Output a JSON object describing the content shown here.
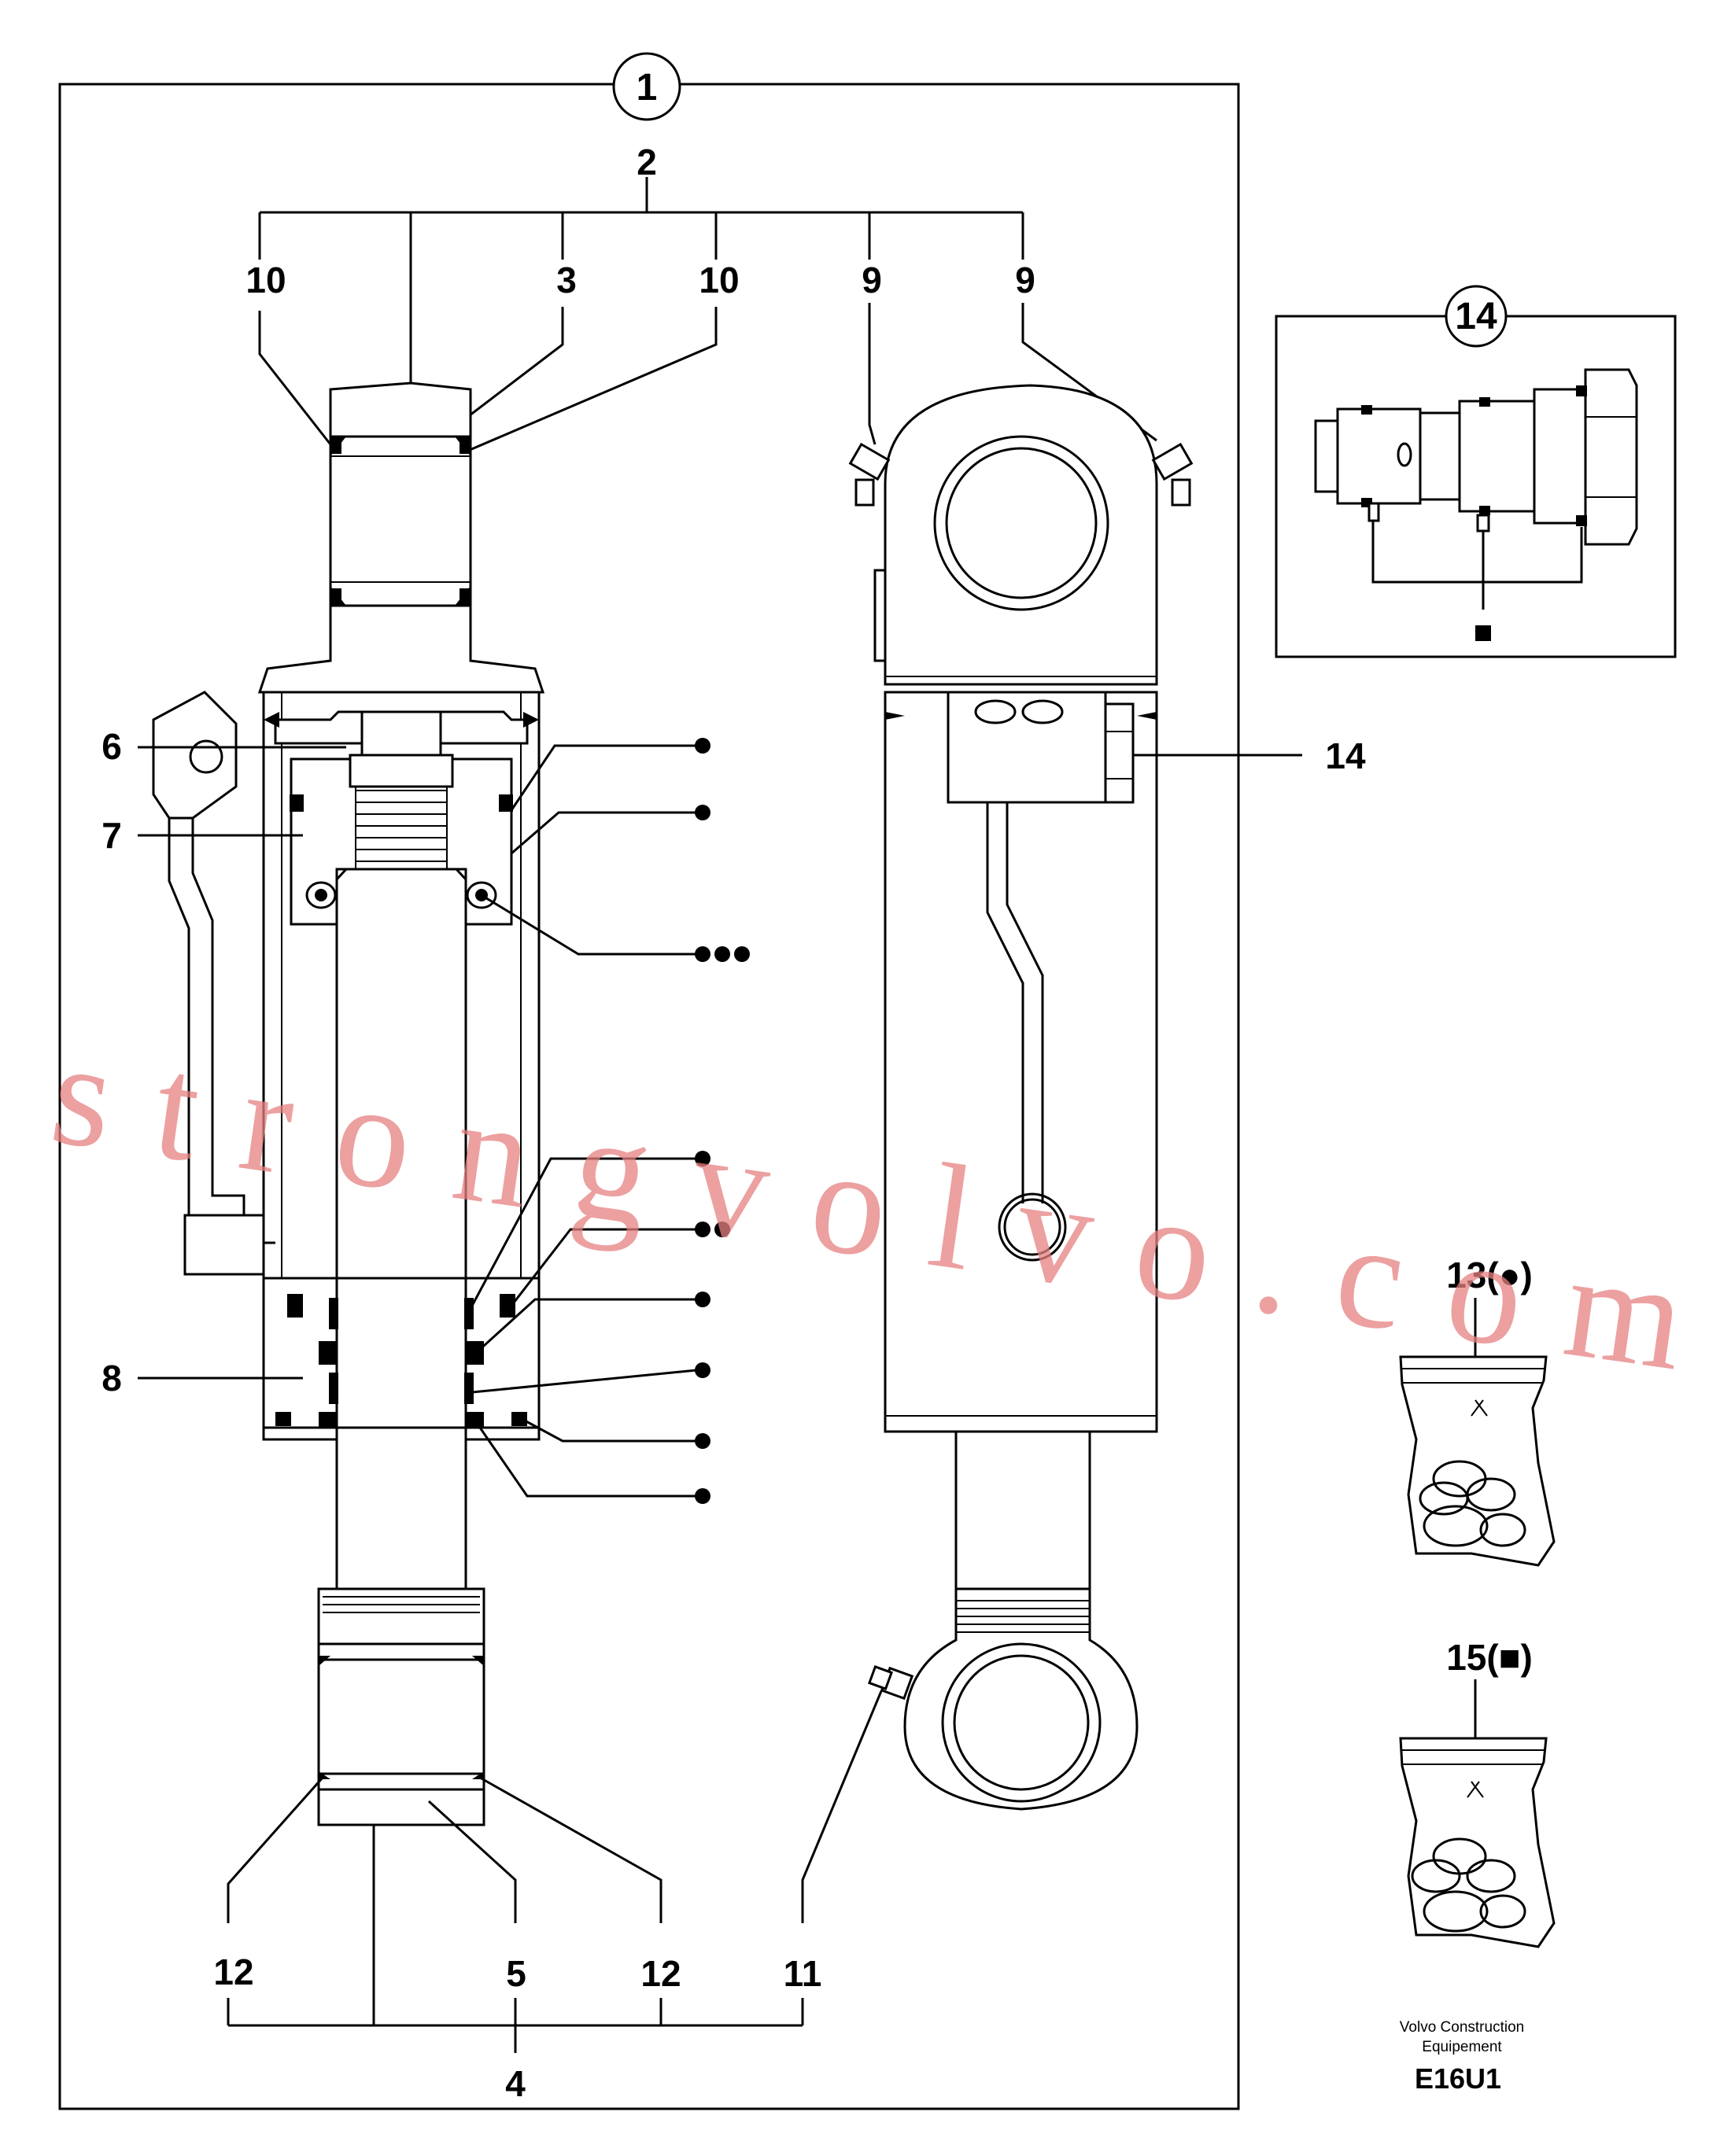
{
  "diagram": {
    "callouts": {
      "c1": "1",
      "c2": "2",
      "c3": "3",
      "c4": "4",
      "c5": "5",
      "c6": "6",
      "c7": "7",
      "c8": "8",
      "c9a": "9",
      "c9b": "9",
      "c10a": "10",
      "c10b": "10",
      "c11": "11",
      "c12a": "12",
      "c12b": "12",
      "c14": "14",
      "c14box": "14"
    },
    "kits": {
      "kit13": "13(●)",
      "kit15": "15(■)"
    },
    "watermark": "strongvolvo.com",
    "footer": {
      "company_line1": "Volvo Construction",
      "company_line2": "Equipement",
      "code": "E16U1"
    }
  }
}
